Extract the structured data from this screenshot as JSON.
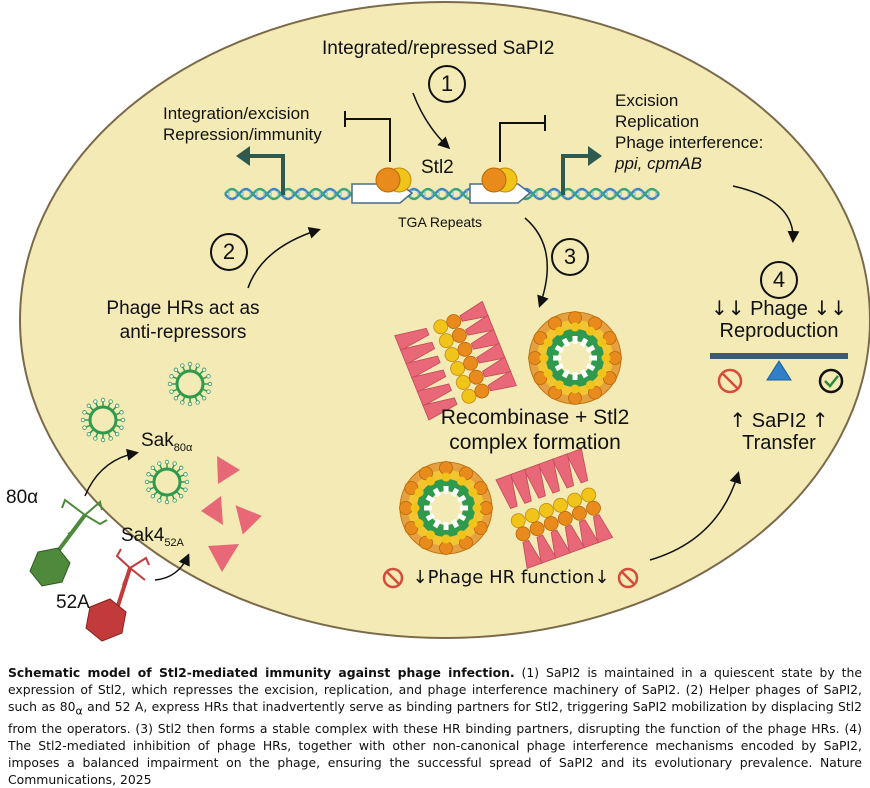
{
  "top": {
    "title": "Integrated/repressed SaPI2",
    "left_label": [
      "Integration/excision",
      "Repression/immunity"
    ],
    "right_label": [
      "Excision",
      "Replication",
      "Phage interference:"
    ],
    "right_label_italic": "ppi, cpmAB",
    "repressor": "Stl2",
    "repeats": "TGA Repeats"
  },
  "steps": [
    "1",
    "2",
    "3",
    "4"
  ],
  "middle": {
    "anti_repressors": [
      "Phage HRs act as",
      "anti-repressors"
    ],
    "complex": [
      "Recombinase + Stl2",
      "complex formation"
    ],
    "hr_function": "↓Phage HR function↓"
  },
  "phages": {
    "sak_base": "Sak",
    "sak_sub": "80α",
    "sak4_base": "Sak4",
    "sak4_sub": "52A",
    "phage1": "80α",
    "phage2": "52A"
  },
  "right": {
    "reproduction_arrows": "↓↓",
    "reproduction_word": "Phage",
    "reproduction_line2": "Reproduction",
    "transfer_arrow": "↑",
    "transfer_line1": "SaPI2",
    "transfer_line2": "Transfer"
  },
  "caption": {
    "bold": "Schematic model of Stl2-mediated immunity against phage infection.",
    "text_a": " (1) SaPI2 is maintained in a quiescent state by the expression of Stl2, which represses the excision, replication, and phage interference machinery of SaPI2. (2) Helper phages of SaPI2, such as 80",
    "sub_alpha": "α",
    "text_b": " and 52 A, express HRs that inadvertently serve as binding partners for Stl2, triggering SaPI2 mobilization by displacing Stl2 from the operators. (3) Stl2 then forms a stable complex with these HR binding partners, disrupting the function of the phage HRs. (4) The Stl2-mediated inhibition of phage HRs, together with other non-canonical phage interference mechanisms encoded by SaPI2, imposes a balanced impairment on the phage, ensuring the successful spread of SaPI2 and its evolutionary prevalence. Nature Communications, 2025"
  },
  "colors": {
    "cell_fill": "#f3eab5",
    "cell_border": "#7a6a4a",
    "promoter_arrow": "#2f5a4f",
    "dna_blue": "#3d86c6",
    "dna_green": "#3aa57a",
    "repressor_orange": "#e88b1c",
    "repressor_yellow": "#f0c419",
    "ring_green": "#2f9a4e",
    "hr_pink": "#e86878",
    "balance_bar": "#3c5a73",
    "balance_triangle": "#2f80c8",
    "phage_green": "#4f8a3c",
    "phage_red": "#c23a3a",
    "no_red": "#d84a3a",
    "check_green": "#2c8a3c"
  },
  "icons": [
    "inhibition-bar-icon",
    "promoter-arrow-icon",
    "curved-arrow-icon",
    "ring-complex-icon",
    "hr-fan-icon",
    "phage-icon",
    "no-entry-icon",
    "check-icon",
    "balance-icon"
  ]
}
